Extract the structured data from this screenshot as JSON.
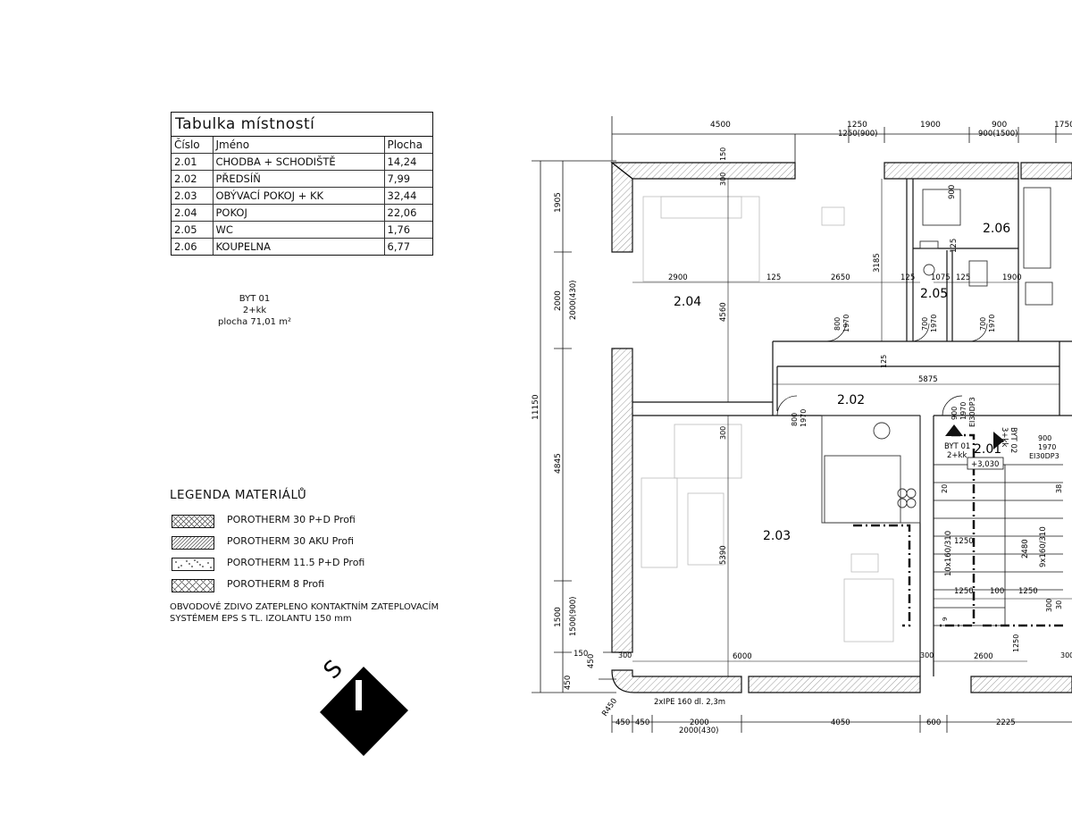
{
  "room_table": {
    "title": "Tabulka místností",
    "headers": [
      "Číslo",
      "Jméno",
      "Plocha"
    ],
    "rows": [
      {
        "number": "2.01",
        "name": "CHODBA + SCHODIŠTĚ",
        "area": "14,24"
      },
      {
        "number": "2.02",
        "name": "PŘEDSÍŇ",
        "area": "7,99"
      },
      {
        "number": "2.03",
        "name": "OBÝVACÍ POKOJ + KK",
        "area": "32,44"
      },
      {
        "number": "2.04",
        "name": "POKOJ",
        "area": "22,06"
      },
      {
        "number": "2.05",
        "name": "WC",
        "area": "1,76"
      },
      {
        "number": "2.06",
        "name": "KOUPELNA",
        "area": "6,77"
      }
    ]
  },
  "unit_info": {
    "name": "BYT 01",
    "type": "2+kk",
    "area": "plocha 71,01 m²"
  },
  "legend": {
    "title": "LEGENDA MATERIÁLŮ",
    "items": [
      {
        "label": "POROTHERM 30 P+D Profi",
        "pattern": "cross-hatch"
      },
      {
        "label": "POROTHERM 30 AKU Profi",
        "pattern": "diagonal-hatch"
      },
      {
        "label": "POROTHERM 11.5 P+D Profi",
        "pattern": "dots"
      },
      {
        "label": "POROTHERM 8 Profi",
        "pattern": "cross-hatch"
      }
    ],
    "note_lines": [
      "OBVODOVÉ ZDIVO ZATEPLENO KONTAKTNÍM ZATEPLOVACÍM",
      "SYSTÉMEM EPS S TL. IZOLANTU 150 mm"
    ]
  },
  "north_arrow": {
    "letter": "S"
  },
  "plan": {
    "rooms": [
      {
        "id": "2.01",
        "label": "2.01"
      },
      {
        "id": "2.02",
        "label": "2.02"
      },
      {
        "id": "2.03",
        "label": "2.03"
      },
      {
        "id": "2.04",
        "label": "2.04"
      },
      {
        "id": "2.05",
        "label": "2.05"
      },
      {
        "id": "2.06",
        "label": "2.06"
      }
    ],
    "top_dims": {
      "row1": [
        "4500",
        "1250",
        "1900",
        "900",
        "1750"
      ],
      "row2": [
        "1250(900)",
        "900(1500)"
      ]
    },
    "bottom_dims": [
      "450",
      "450",
      "2000",
      "4050",
      "600",
      "2225"
    ],
    "bottom_dim_sub": "2000(430)",
    "left_dims": {
      "outer": "11150",
      "middle": [
        "1905",
        "2000",
        "4845",
        "1500"
      ],
      "middle_sub": [
        "2000(430)",
        "1500(900)"
      ],
      "small": [
        "150",
        "450",
        "450"
      ],
      "r450": "R450"
    },
    "inner_dims": {
      "v4560": "4560",
      "v3185": "3185",
      "v5390": "5390",
      "h2900": "2900",
      "h125a": "125",
      "h2650": "2650",
      "h125b": "125",
      "h1075": "1075",
      "h125c": "125",
      "h1900": "1900",
      "h5875": "5875",
      "h6000": "6000",
      "h2600": "2600",
      "h1250a": "1250",
      "h1250b": "1250",
      "h100": "100",
      "h1250c": "1250",
      "v300a": "300",
      "v150a": "150",
      "v300b": "300",
      "v300c": "300",
      "v300d": "300",
      "v300e": "300",
      "v300f": "300",
      "v1250": "1250",
      "v125": "125",
      "v2480": "2480",
      "v20": "20",
      "v38": "38",
      "v30": "30",
      "v9": "9",
      "h900": "900",
      "h125d": "125"
    },
    "doors": [
      {
        "w": "800",
        "h": "1970"
      },
      {
        "w": "700",
        "h": "1970"
      },
      {
        "w": "700",
        "h": "1970"
      },
      {
        "w": "800",
        "h": "1970"
      },
      {
        "w": "900",
        "h": "1970"
      },
      {
        "w": "900",
        "h": "1970"
      }
    ],
    "door_extra": [
      "EI30DP3",
      "EI30DP3"
    ],
    "stairs": {
      "left": "10x160/310",
      "right": "9x160/310"
    },
    "level": "+3,030",
    "byt01": {
      "name": "BYT 01",
      "type": "2+kk"
    },
    "byt02": {
      "name": "BYT 02",
      "type": "3+kk"
    },
    "beam": "2xIPE 160 dl. 2,3m"
  }
}
